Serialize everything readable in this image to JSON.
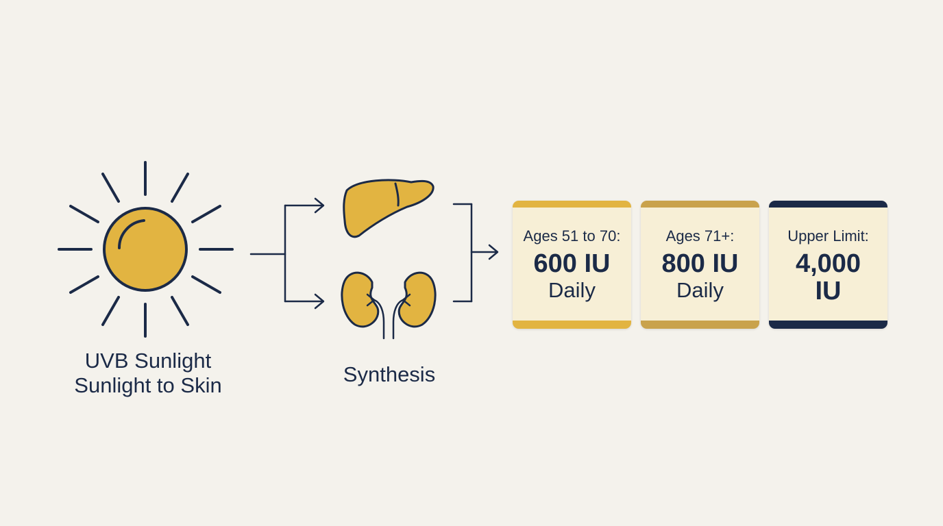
{
  "sun": {
    "caption_line1": "UVB Sunlight",
    "caption_line2": "Sunlight to Skin"
  },
  "synthesis": {
    "caption": "Synthesis"
  },
  "cards": [
    {
      "label": "Ages 51 to 70:",
      "value": "600 IU",
      "unit": "Daily"
    },
    {
      "label": "Ages 71+:",
      "value": "800 IU",
      "unit": "Daily"
    },
    {
      "label": "Upper Limit:",
      "value_line1": "4,000",
      "value_line2": "IU"
    }
  ],
  "colors": {
    "background": "#f4f2ec",
    "navy": "#1b2a47",
    "gold": "#e2b441",
    "dark_gold": "#c9a24c",
    "card_fill": "#f7efd6"
  },
  "icons": [
    "sun-icon",
    "liver-icon",
    "kidneys-icon",
    "arrow-icon"
  ]
}
